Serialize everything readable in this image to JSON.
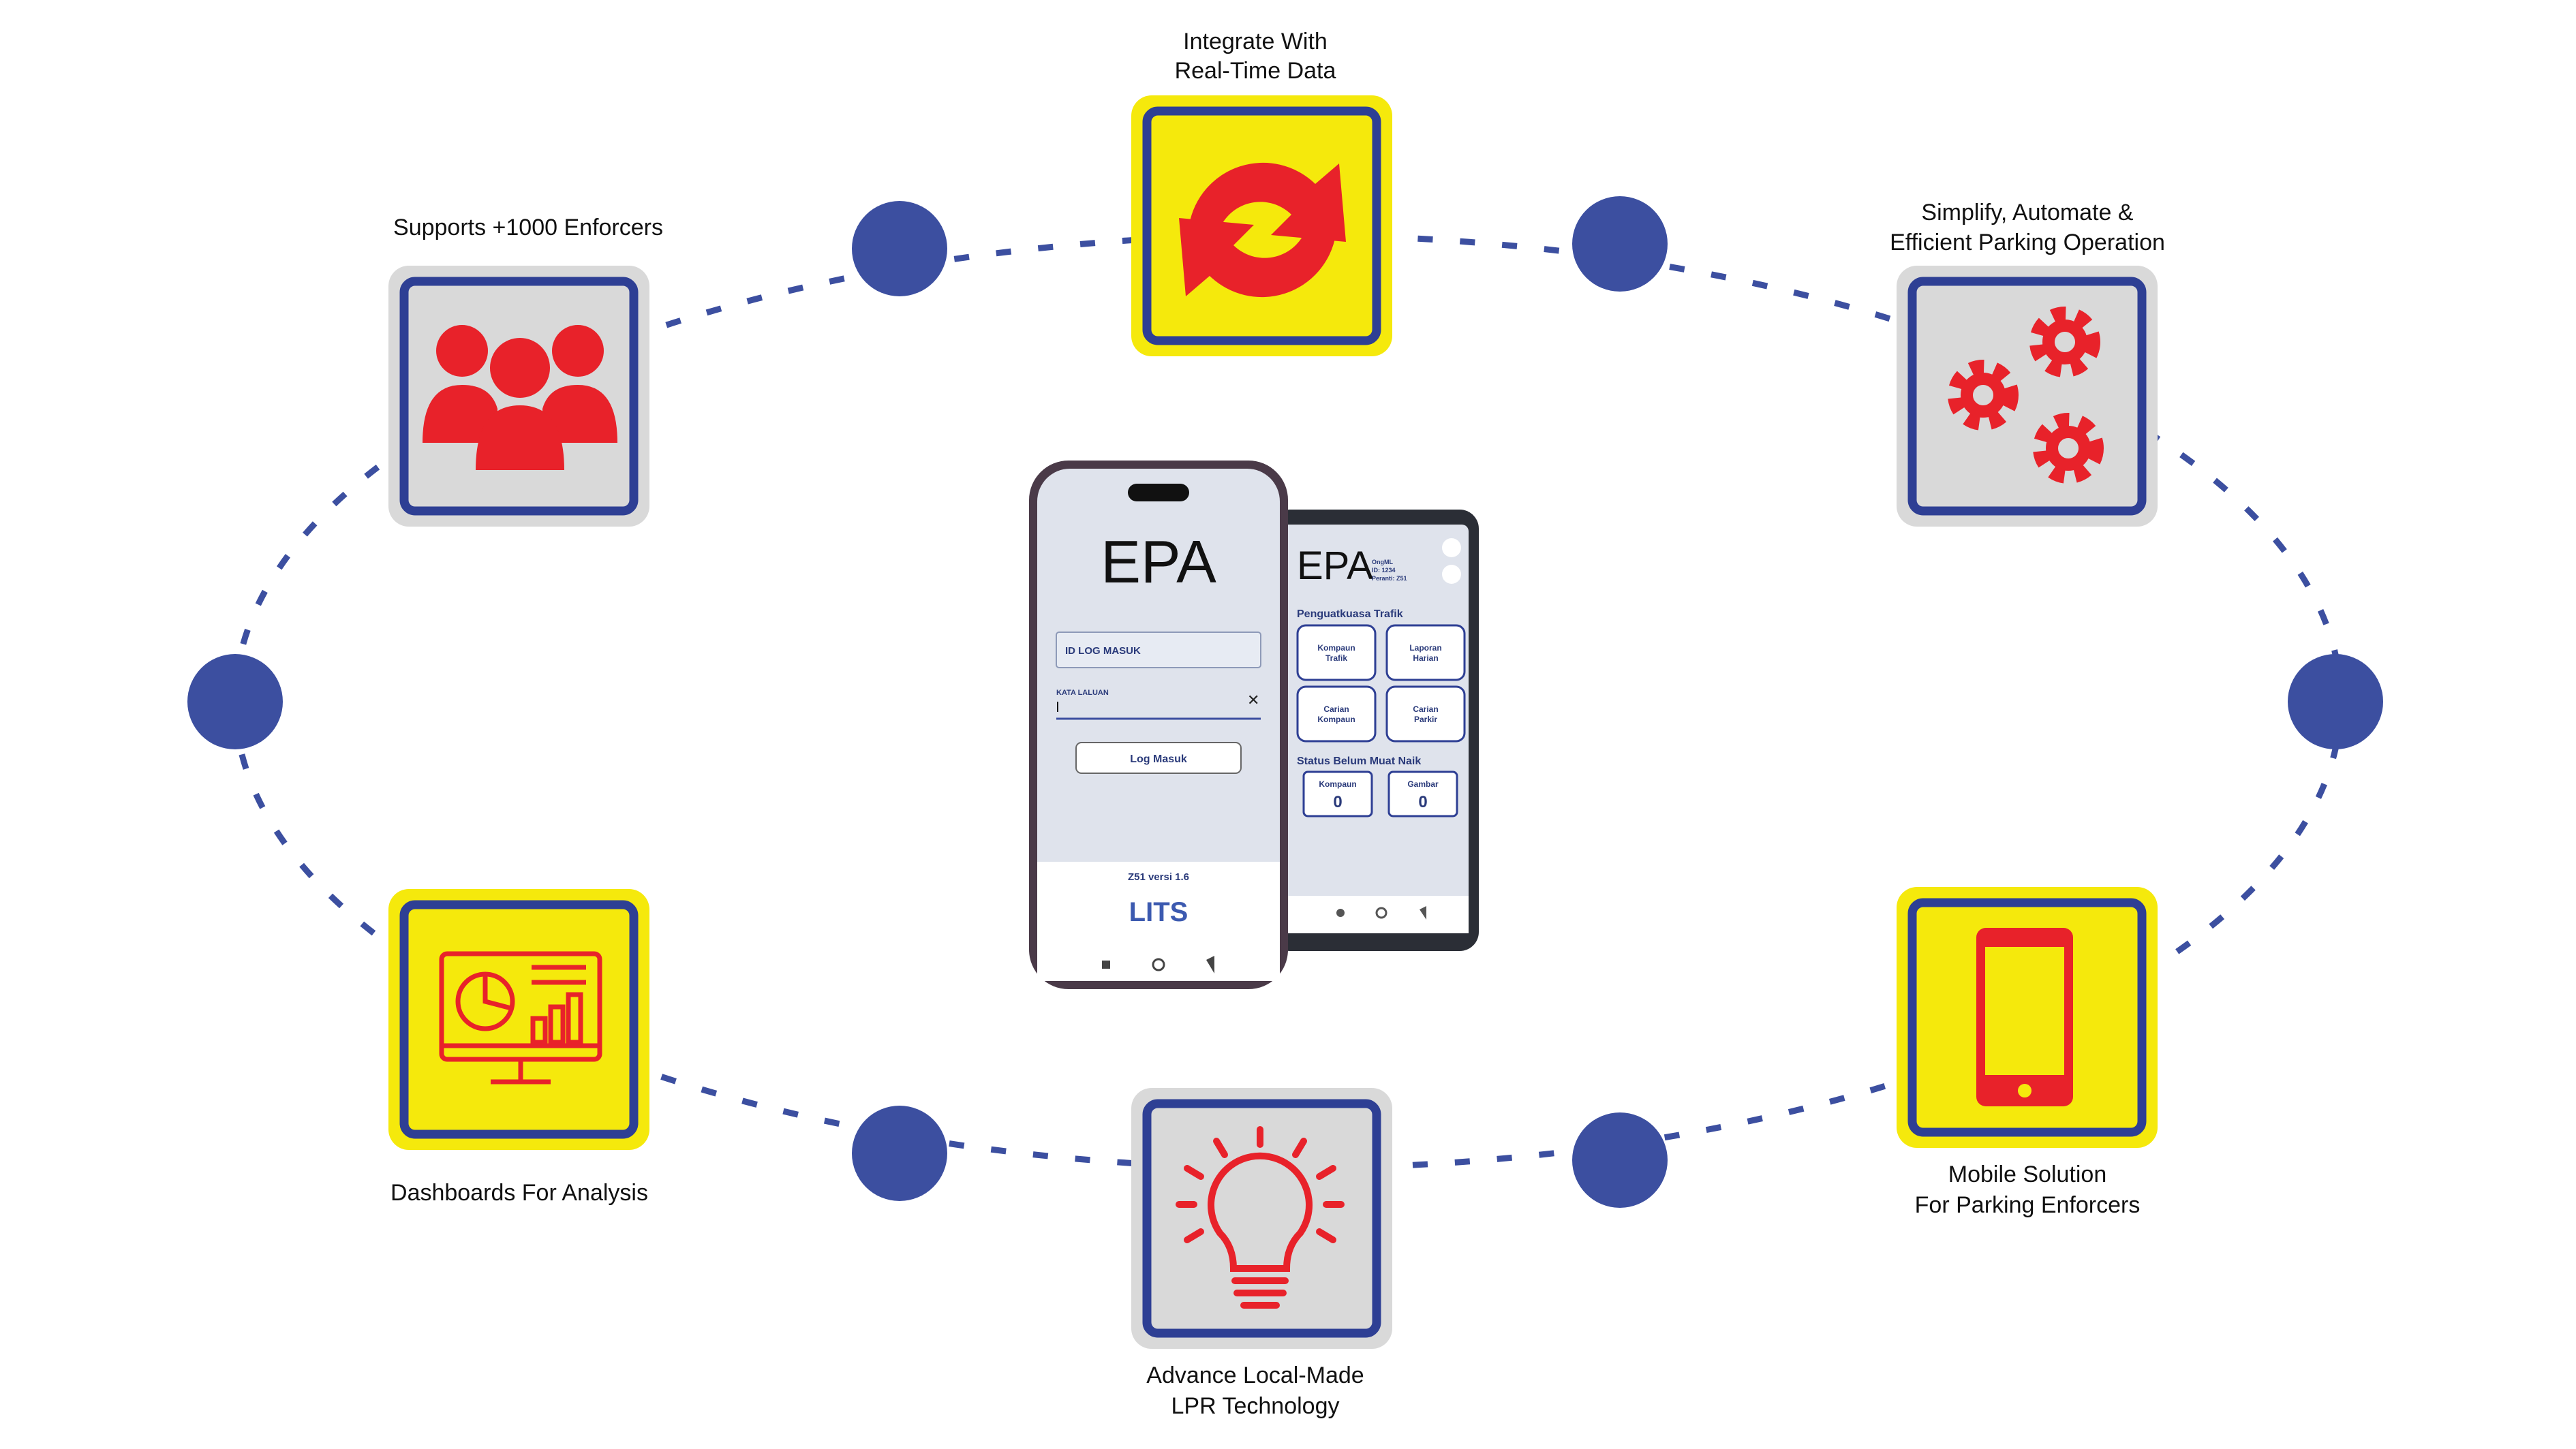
{
  "features": {
    "top": {
      "line1": "Integrate With",
      "line2": "Real-Time Data",
      "icon": "sync-arrows-icon"
    },
    "top_left": {
      "line1": "Supports +1000 Enforcers",
      "icon": "users-group-icon"
    },
    "top_right": {
      "line1": "Simplify, Automate &",
      "line2": "Efficient Parking Operation",
      "icon": "gears-icon"
    },
    "bottom_left": {
      "line1": "Dashboards For Analysis",
      "icon": "dashboard-monitor-icon"
    },
    "bottom": {
      "line1": "Advance Local-Made",
      "line2": "LPR Technology",
      "icon": "lightbulb-icon"
    },
    "bottom_right": {
      "line1": "Mobile Solution",
      "line2": "For Parking Enforcers",
      "icon": "smartphone-icon"
    }
  },
  "phone_login": {
    "app_title": "EPA",
    "id_label": "ID LOG MASUK",
    "password_label": "KATA LALUAN",
    "login_button": "Log Masuk",
    "version": "Z51 versi 1.6",
    "logo_text": "LITS"
  },
  "phone_menu": {
    "app_title": "EPA",
    "user_line1": "OngML",
    "user_line2": "ID: 1234",
    "user_line3": "Peranti: Z51",
    "section1": "Penguatkuasa Trafik",
    "btn1_l1": "Kompaun",
    "btn1_l2": "Trafik",
    "btn2_l1": "Laporan",
    "btn2_l2": "Harian",
    "btn3_l1": "Carian",
    "btn3_l2": "Kompaun",
    "btn4_l1": "Carian",
    "btn4_l2": "Parkir",
    "section2": "Status Belum Muat Naik",
    "stat1_label": "Kompaun",
    "stat1_value": "0",
    "stat2_label": "Gambar",
    "stat2_value": "0"
  },
  "colors": {
    "dot_blue": "#3c4fa0",
    "yellow": "#f5e90c",
    "tile_gray": "#d9d9d9",
    "icon_red": "#e8222a",
    "border_blue": "#2e3f94"
  }
}
